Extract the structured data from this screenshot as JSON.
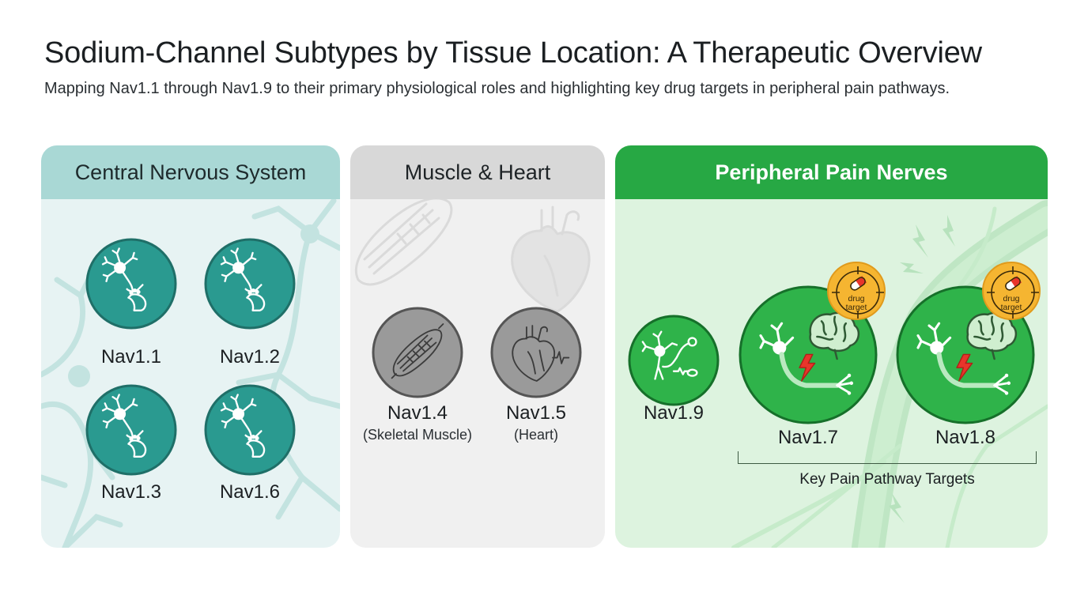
{
  "header": {
    "title": "Sodium-Channel Subtypes by Tissue Location: A Therapeutic Overview",
    "subtitle": "Mapping Nav1.1 through Nav1.9 to their primary physiological roles and highlighting key drug targets in peripheral pain pathways."
  },
  "colors": {
    "cns_header": "#a9d8d5",
    "cns_node": "#2a9a90",
    "muscle_header": "#d8d8d8",
    "muscle_node": "#9a9a9a",
    "pain_header": "#27a844",
    "pain_node": "#2fb34a",
    "badge": "#f5b531"
  },
  "panels": {
    "cns": {
      "title": "Central Nervous System",
      "icon": "neuron-synapse-icon",
      "channels": [
        {
          "label": "Nav1.1"
        },
        {
          "label": "Nav1.2"
        },
        {
          "label": "Nav1.3"
        },
        {
          "label": "Nav1.6"
        }
      ]
    },
    "muscle": {
      "title": "Muscle & Heart",
      "channels": [
        {
          "label": "Nav1.4",
          "tissue": "(Skeletal Muscle)",
          "icon": "muscle-icon"
        },
        {
          "label": "Nav1.5",
          "tissue": "(Heart)",
          "icon": "heart-icon"
        }
      ]
    },
    "pain": {
      "title": "Peripheral Pain Nerves",
      "channels": [
        {
          "label": "Nav1.9",
          "icon": "sensory-neuron-icon"
        },
        {
          "label": "Nav1.7",
          "icon": "pain-pathway-icon",
          "badge": [
            "drug",
            "target"
          ]
        },
        {
          "label": "Nav1.8",
          "icon": "pain-pathway-icon",
          "badge": [
            "drug",
            "target"
          ]
        }
      ],
      "group_label": "Key Pain Pathway Targets"
    }
  }
}
